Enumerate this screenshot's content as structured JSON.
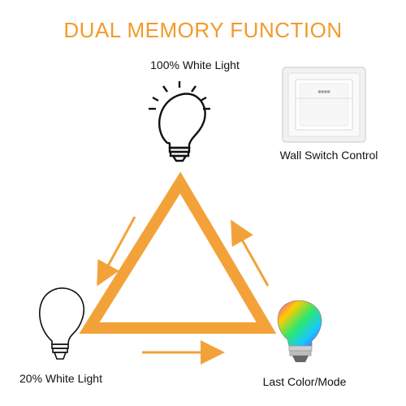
{
  "title": "DUAL MEMORY FUNCTION",
  "nodes": {
    "top_bulb": {
      "label": "100% White Light",
      "icon": "lightbulb-glowing-icon"
    },
    "left_bulb": {
      "label": "20% White Light",
      "icon": "lightbulb-outline-icon"
    },
    "right_bulb": {
      "label": "Last Color/Mode",
      "icon": "rgb-lightbulb-icon"
    },
    "switch": {
      "label": "Wall Switch Control",
      "icon": "wall-switch-icon"
    }
  },
  "colors": {
    "accent": "#f39a2b",
    "triangle": "#f3a23a",
    "text": "#111111"
  }
}
